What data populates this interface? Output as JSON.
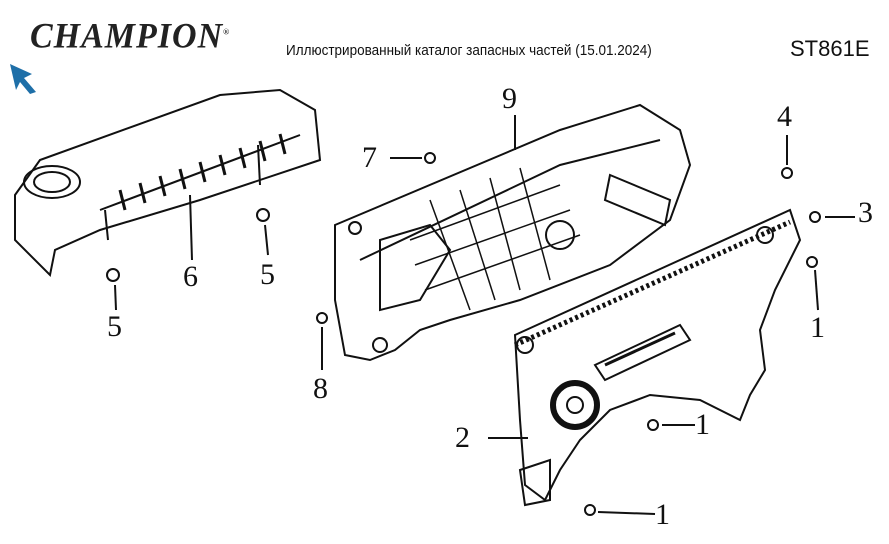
{
  "header": {
    "brand": "CHAMPION",
    "registered_mark": "®",
    "title": "Иллюстрированный каталог запасных частей (15.01.2024)",
    "model": "ST861E"
  },
  "callouts": [
    "9",
    "7",
    "4",
    "3",
    "6",
    "5",
    "5",
    "1",
    "8",
    "2",
    "1",
    "1"
  ],
  "colors": {
    "cursor": "#1e6fa8",
    "line": "#111111"
  }
}
